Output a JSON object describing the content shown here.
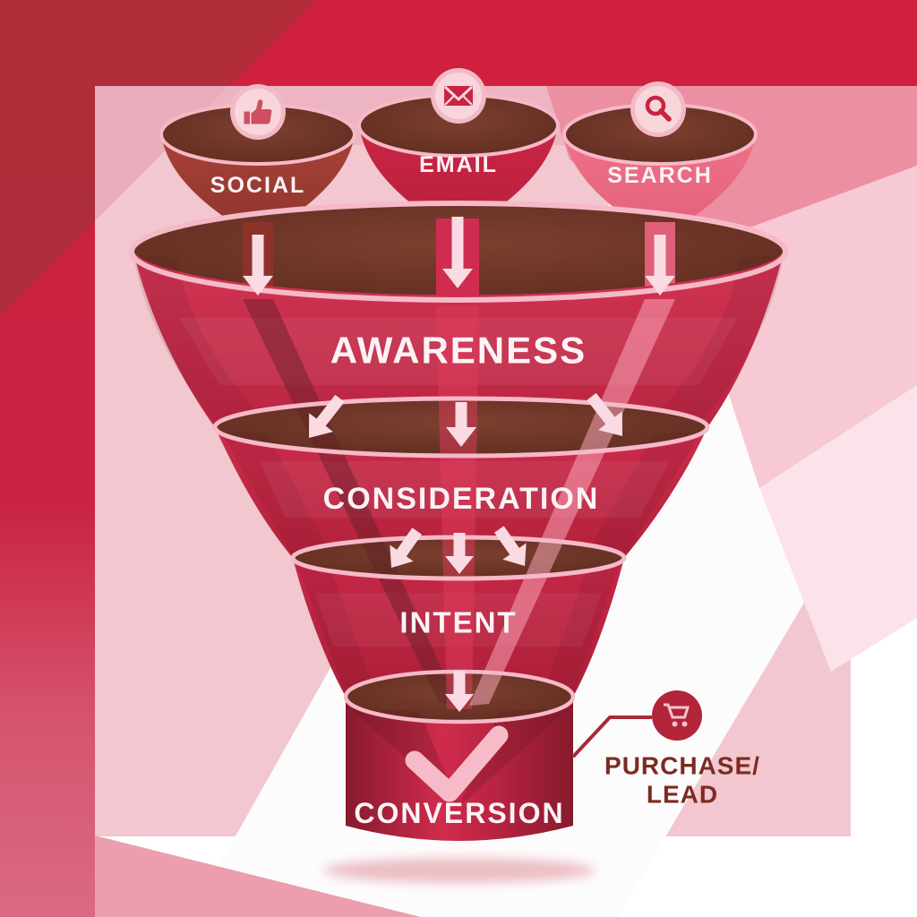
{
  "diagram": {
    "type": "marketing-funnel",
    "sources": [
      {
        "label": "SOCIAL",
        "icon": "thumbs-up-icon"
      },
      {
        "label": "EMAIL",
        "icon": "envelope-icon"
      },
      {
        "label": "SEARCH",
        "icon": "magnifier-icon"
      }
    ],
    "stages": [
      {
        "label": "AWARENESS"
      },
      {
        "label": "CONSIDERATION"
      },
      {
        "label": "INTENT"
      },
      {
        "label": "CONVERSION"
      }
    ],
    "outcome": {
      "line1": "PURCHASE/",
      "line2": "LEAD",
      "icon": "cart-icon"
    },
    "conversion_mark": "checkmark-icon"
  },
  "colors": {
    "frame_red": "#d0203f",
    "frame_dark_wedge": "#8f3a33",
    "panel_pink": "#f2c7cf",
    "funnel_crimson": "#c22a45",
    "interior_brown": "#6e3326",
    "rim_pink": "#f6b9c7",
    "arrow_pink": "#fadbe3",
    "social_body": "#9c3a31",
    "email_body": "#c52344",
    "search_body": "#e8687f",
    "checkmark_pink": "#f6bac8",
    "cart_badge_red": "#b2243a",
    "outcome_text": "#7b2b21"
  }
}
